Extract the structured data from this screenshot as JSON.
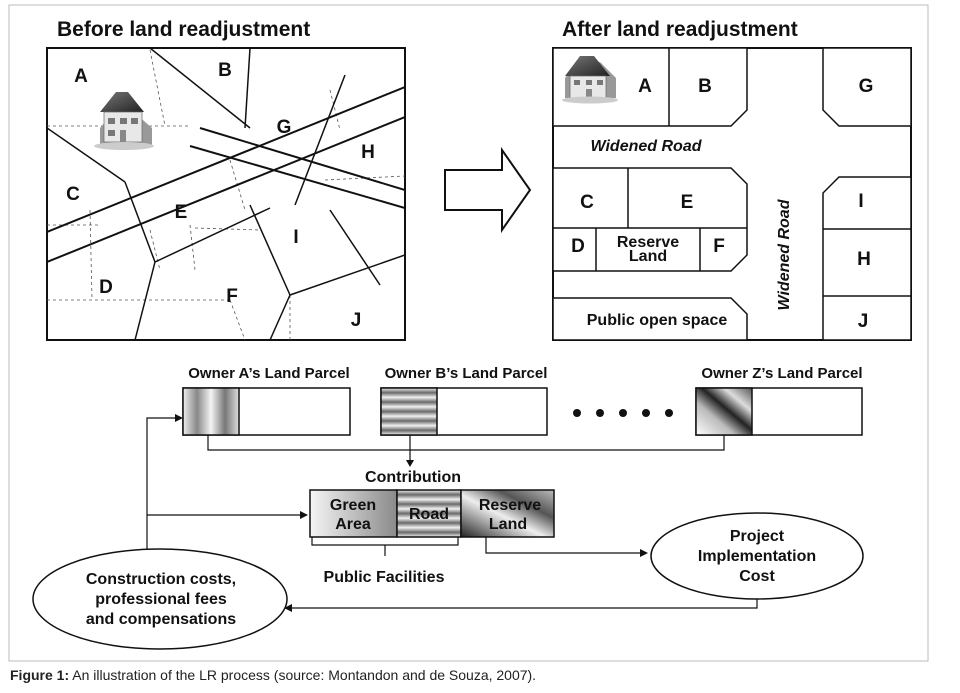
{
  "before": {
    "title": "Before land readjustment",
    "labels": {
      "A": "A",
      "B": "B",
      "C": "C",
      "D": "D",
      "E": "E",
      "F": "F",
      "G": "G",
      "H": "H",
      "I": "I",
      "J": "J"
    }
  },
  "after": {
    "title": "After land readjustment",
    "labels": {
      "A": "A",
      "B": "B",
      "C": "C",
      "D": "D",
      "E": "E",
      "F": "F",
      "G": "G",
      "H": "H",
      "I": "I",
      "J": "J"
    },
    "widened_road_h": "Widened Road",
    "widened_road_v": "Widened Road",
    "reserve_land_1": "Reserve",
    "reserve_land_2": "Land",
    "public_open_space": "Public open space"
  },
  "process": {
    "owner_a": "Owner A’s Land Parcel",
    "owner_b": "Owner B’s Land Parcel",
    "owner_z": "Owner Z’s Land Parcel",
    "contribution": "Contribution",
    "green_area_1": "Green",
    "green_area_2": "Area",
    "road": "Road",
    "reserve_land_1": "Reserve",
    "reserve_land_2": "Land",
    "public_facilities": "Public Facilities",
    "project_cost_1": "Project",
    "project_cost_2": "Implementation",
    "project_cost_3": "Cost",
    "construction_1": "Construction costs,",
    "construction_2": "professional fees",
    "construction_3": "and compensations"
  },
  "caption": {
    "label": "Figure 1:",
    "text": " An illustration of the LR process (source: Montandon and de Souza, 2007)."
  }
}
